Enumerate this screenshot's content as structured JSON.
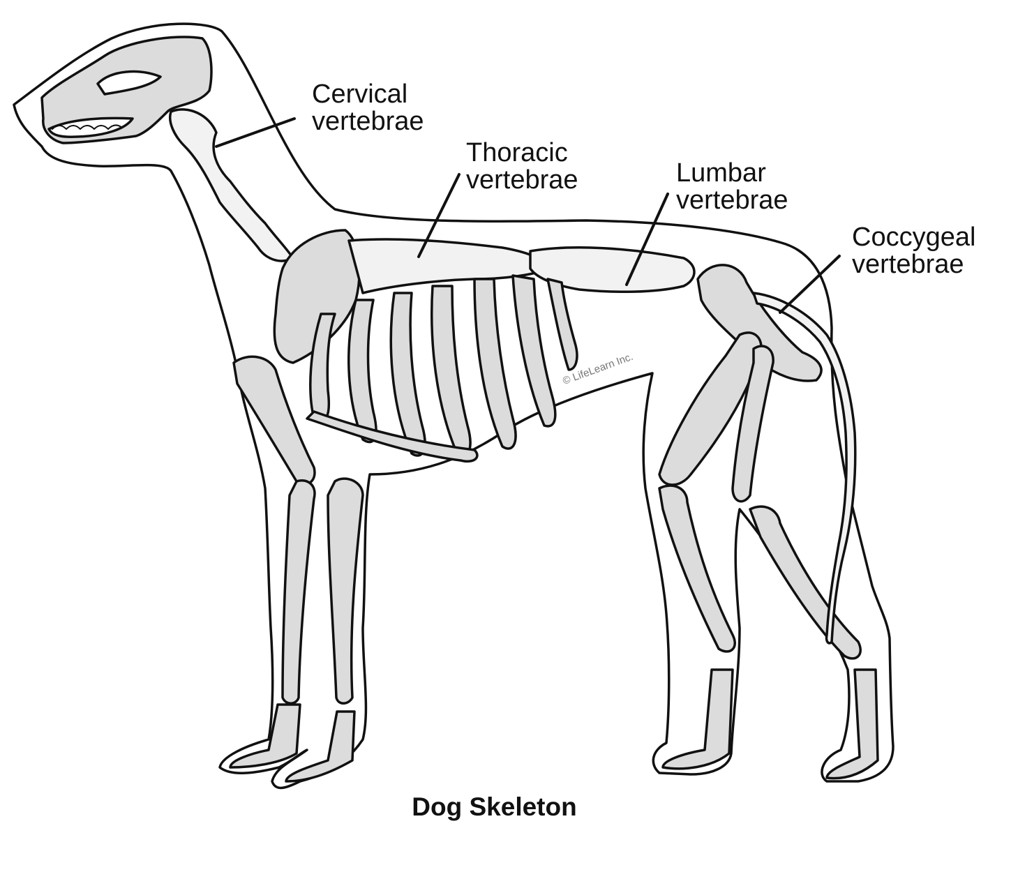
{
  "title": "Dog Skeleton",
  "copyright": "© LifeLearn Inc.",
  "labels": {
    "cervical": {
      "line1": "Cervical",
      "line2": "vertebrae"
    },
    "thoracic": {
      "line1": "Thoracic",
      "line2": "vertebrae"
    },
    "lumbar": {
      "line1": "Lumbar",
      "line2": "vertebrae"
    },
    "coccygeal": {
      "line1": "Coccygeal",
      "line2": "vertebrae"
    }
  },
  "colors": {
    "bone": "#dcdcdc",
    "outline": "#111111",
    "background": "#ffffff"
  }
}
